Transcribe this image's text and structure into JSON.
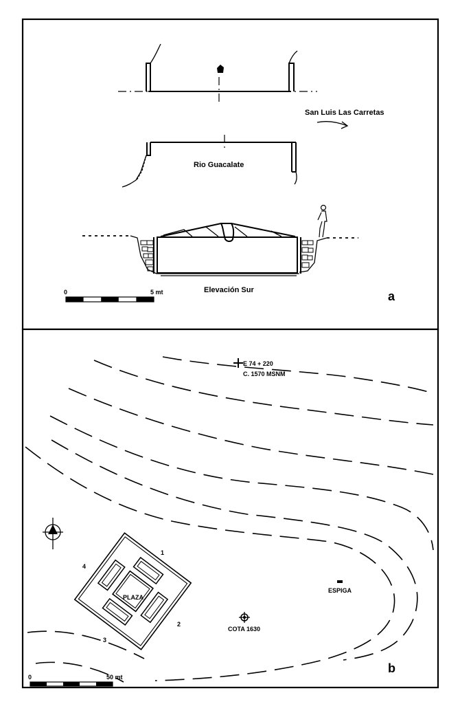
{
  "panel_a": {
    "letter": "a",
    "direction_label": "San Luis Las Carretas",
    "river_label": "Rio Guacalate",
    "elevation_label": "Elevación Sur",
    "scale": {
      "start": "0",
      "end": "5 mt"
    }
  },
  "panel_b": {
    "letter": "b",
    "benchmark_label": "E 74 + 220",
    "benchmark_elev": "C. 1570 MSNM",
    "plaza_label": "PLAZA",
    "mound_numbers": [
      "1",
      "2",
      "3",
      "4"
    ],
    "espiga_label": "ESPIGA",
    "cota_label": "COTA 1630",
    "scale": {
      "start": "0",
      "end": "50 mt"
    }
  }
}
